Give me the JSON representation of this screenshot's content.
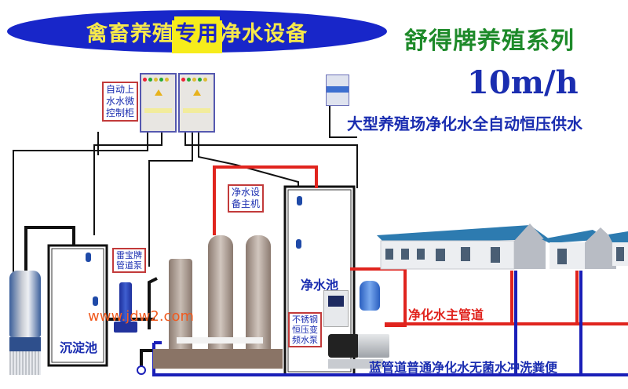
{
  "banner": {
    "title_before": "禽畜养殖",
    "title_highlight": "专用",
    "title_after": "净水设备",
    "bg_color": "#1826c9",
    "text_color": "#f7e94a"
  },
  "brand": {
    "series": "舒得牌养殖系列",
    "capacity": "10m/h",
    "subtitle": "大型养殖场净化水全自动恒压供水"
  },
  "callouts": {
    "control_cabinet": [
      "自动上",
      "水水微",
      "控制柜"
    ],
    "pipeline_pump": [
      "雷宝牌",
      "管道泵"
    ],
    "main_unit": [
      "净水设",
      "备主机"
    ],
    "booster_pump": [
      "不锈钢",
      "恒压变",
      "频水泵"
    ]
  },
  "tanks": {
    "settling": "沉淀池",
    "clean": "净水池"
  },
  "pipes": {
    "red_label": "净化水主管道",
    "blue_label": "蓝管道普通净化水无菌水冲洗粪便",
    "red_color": "#e0241e",
    "blue_color": "#1a1fb8"
  },
  "watermark": "www.jdw2.com"
}
